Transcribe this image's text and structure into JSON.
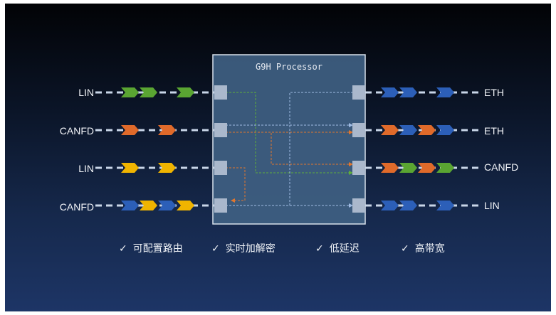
{
  "processor": {
    "title": "G9H Processor"
  },
  "colors": {
    "green": "#5aa532",
    "orange": "#e06a2a",
    "yellow": "#f0b400",
    "blue": "#2c5fb8",
    "route_green": "#5fae3a",
    "route_orange": "#e2772e",
    "route_blue": "#9fbbe3",
    "port": "#aab8cc",
    "processor_fill": "#3f5f82",
    "link": "#c9d6e8"
  },
  "left_ports": [
    {
      "label": "LIN",
      "frames": [
        "green",
        "green",
        "green"
      ]
    },
    {
      "label": "CANFD",
      "frames": [
        "orange",
        "orange"
      ]
    },
    {
      "label": "LIN",
      "frames": [
        "yellow",
        "yellow"
      ]
    },
    {
      "label": "CANFD",
      "frames": [
        "blue",
        "yellow",
        "blue",
        "yellow"
      ]
    }
  ],
  "right_ports": [
    {
      "label": "ETH",
      "frames": [
        "blue",
        "blue",
        "blue"
      ]
    },
    {
      "label": "ETH",
      "frames": [
        "orange",
        "blue",
        "orange",
        "blue"
      ]
    },
    {
      "label": "CANFD",
      "frames": [
        "orange",
        "green",
        "orange",
        "green"
      ]
    },
    {
      "label": "LIN",
      "frames": [
        "blue",
        "blue",
        "blue"
      ]
    }
  ],
  "routes": [
    {
      "from": "LIN",
      "to": "CANFD",
      "color": "route_green"
    },
    {
      "from": "CANFD",
      "to": "CANFD",
      "color": "route_orange"
    },
    {
      "from": "CANFD",
      "to": "ETH",
      "color": "route_orange"
    },
    {
      "from": "LIN",
      "to": "CANFD",
      "color": "route_orange"
    },
    {
      "from": "CANFD",
      "to": "ETH",
      "color": "route_blue"
    },
    {
      "from": "CANFD",
      "to": "LIN",
      "color": "route_blue"
    }
  ],
  "features": [
    {
      "check": "✓",
      "label": "可配置路由"
    },
    {
      "check": "✓",
      "label": "实时加解密"
    },
    {
      "check": "✓",
      "label": "低延迟"
    },
    {
      "check": "✓",
      "label": "高带宽"
    }
  ]
}
